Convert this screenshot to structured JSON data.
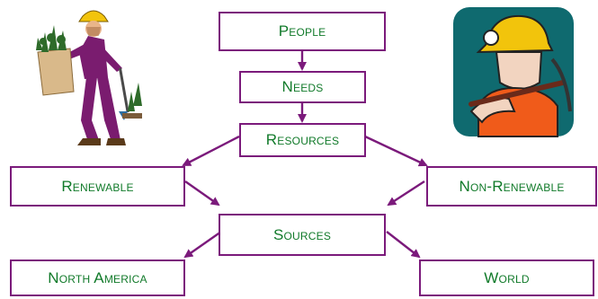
{
  "diagram": {
    "nodes": {
      "people": "People",
      "needs": "Needs",
      "resources": "Resources",
      "renewable": "Renewable",
      "non_renewable": "Non-Renewable",
      "sources": "Sources",
      "north_america": "North America",
      "world": "World"
    },
    "colors": {
      "border": "#7b1a7b",
      "text": "#117a2a",
      "arrow": "#7b1a7b"
    },
    "clipart": {
      "left": "planter-clipart",
      "right": "miner-clipart"
    }
  }
}
